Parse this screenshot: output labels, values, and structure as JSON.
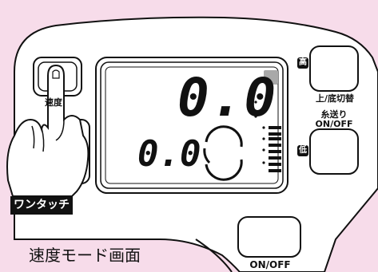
{
  "display": {
    "main_value": "0.0",
    "sub_value": "0.0",
    "indicator_color": "#a9a9a9",
    "level_bars": 7
  },
  "buttons": {
    "high_label": "高",
    "low_label": "低",
    "upper_lower_switch_label": "上/底切替",
    "thread_feed_label_line1": "糸送り",
    "thread_feed_label_line2": "ON/OFF",
    "on_off_label": "ON/OFF",
    "speed_side_label": "速度"
  },
  "annotation": {
    "one_touch": "ワンタッチ",
    "caption": "速度モード画面"
  },
  "colors": {
    "background": "#f7dcea",
    "panel": "#ffffff",
    "ink": "#111111"
  }
}
